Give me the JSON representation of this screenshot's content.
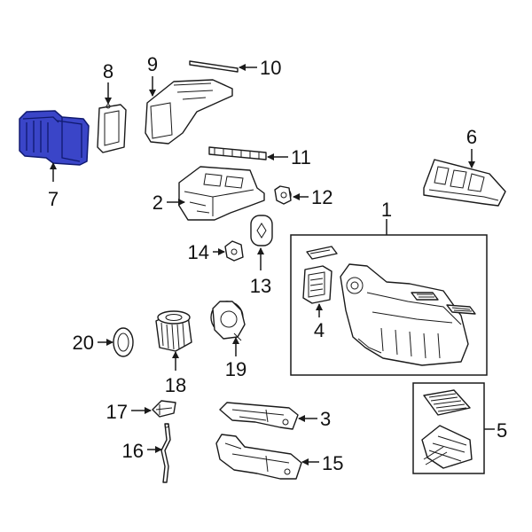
{
  "diagram": {
    "highlight_color": "#3a45c8",
    "callouts": {
      "n1": "1",
      "n2": "2",
      "n3": "3",
      "n4": "4",
      "n5": "5",
      "n6": "6",
      "n7": "7",
      "n8": "8",
      "n9": "9",
      "n10": "10",
      "n11": "11",
      "n12": "12",
      "n13": "13",
      "n14": "14",
      "n15": "15",
      "n16": "16",
      "n17": "17",
      "n18": "18",
      "n19": "19",
      "n20": "20"
    }
  }
}
